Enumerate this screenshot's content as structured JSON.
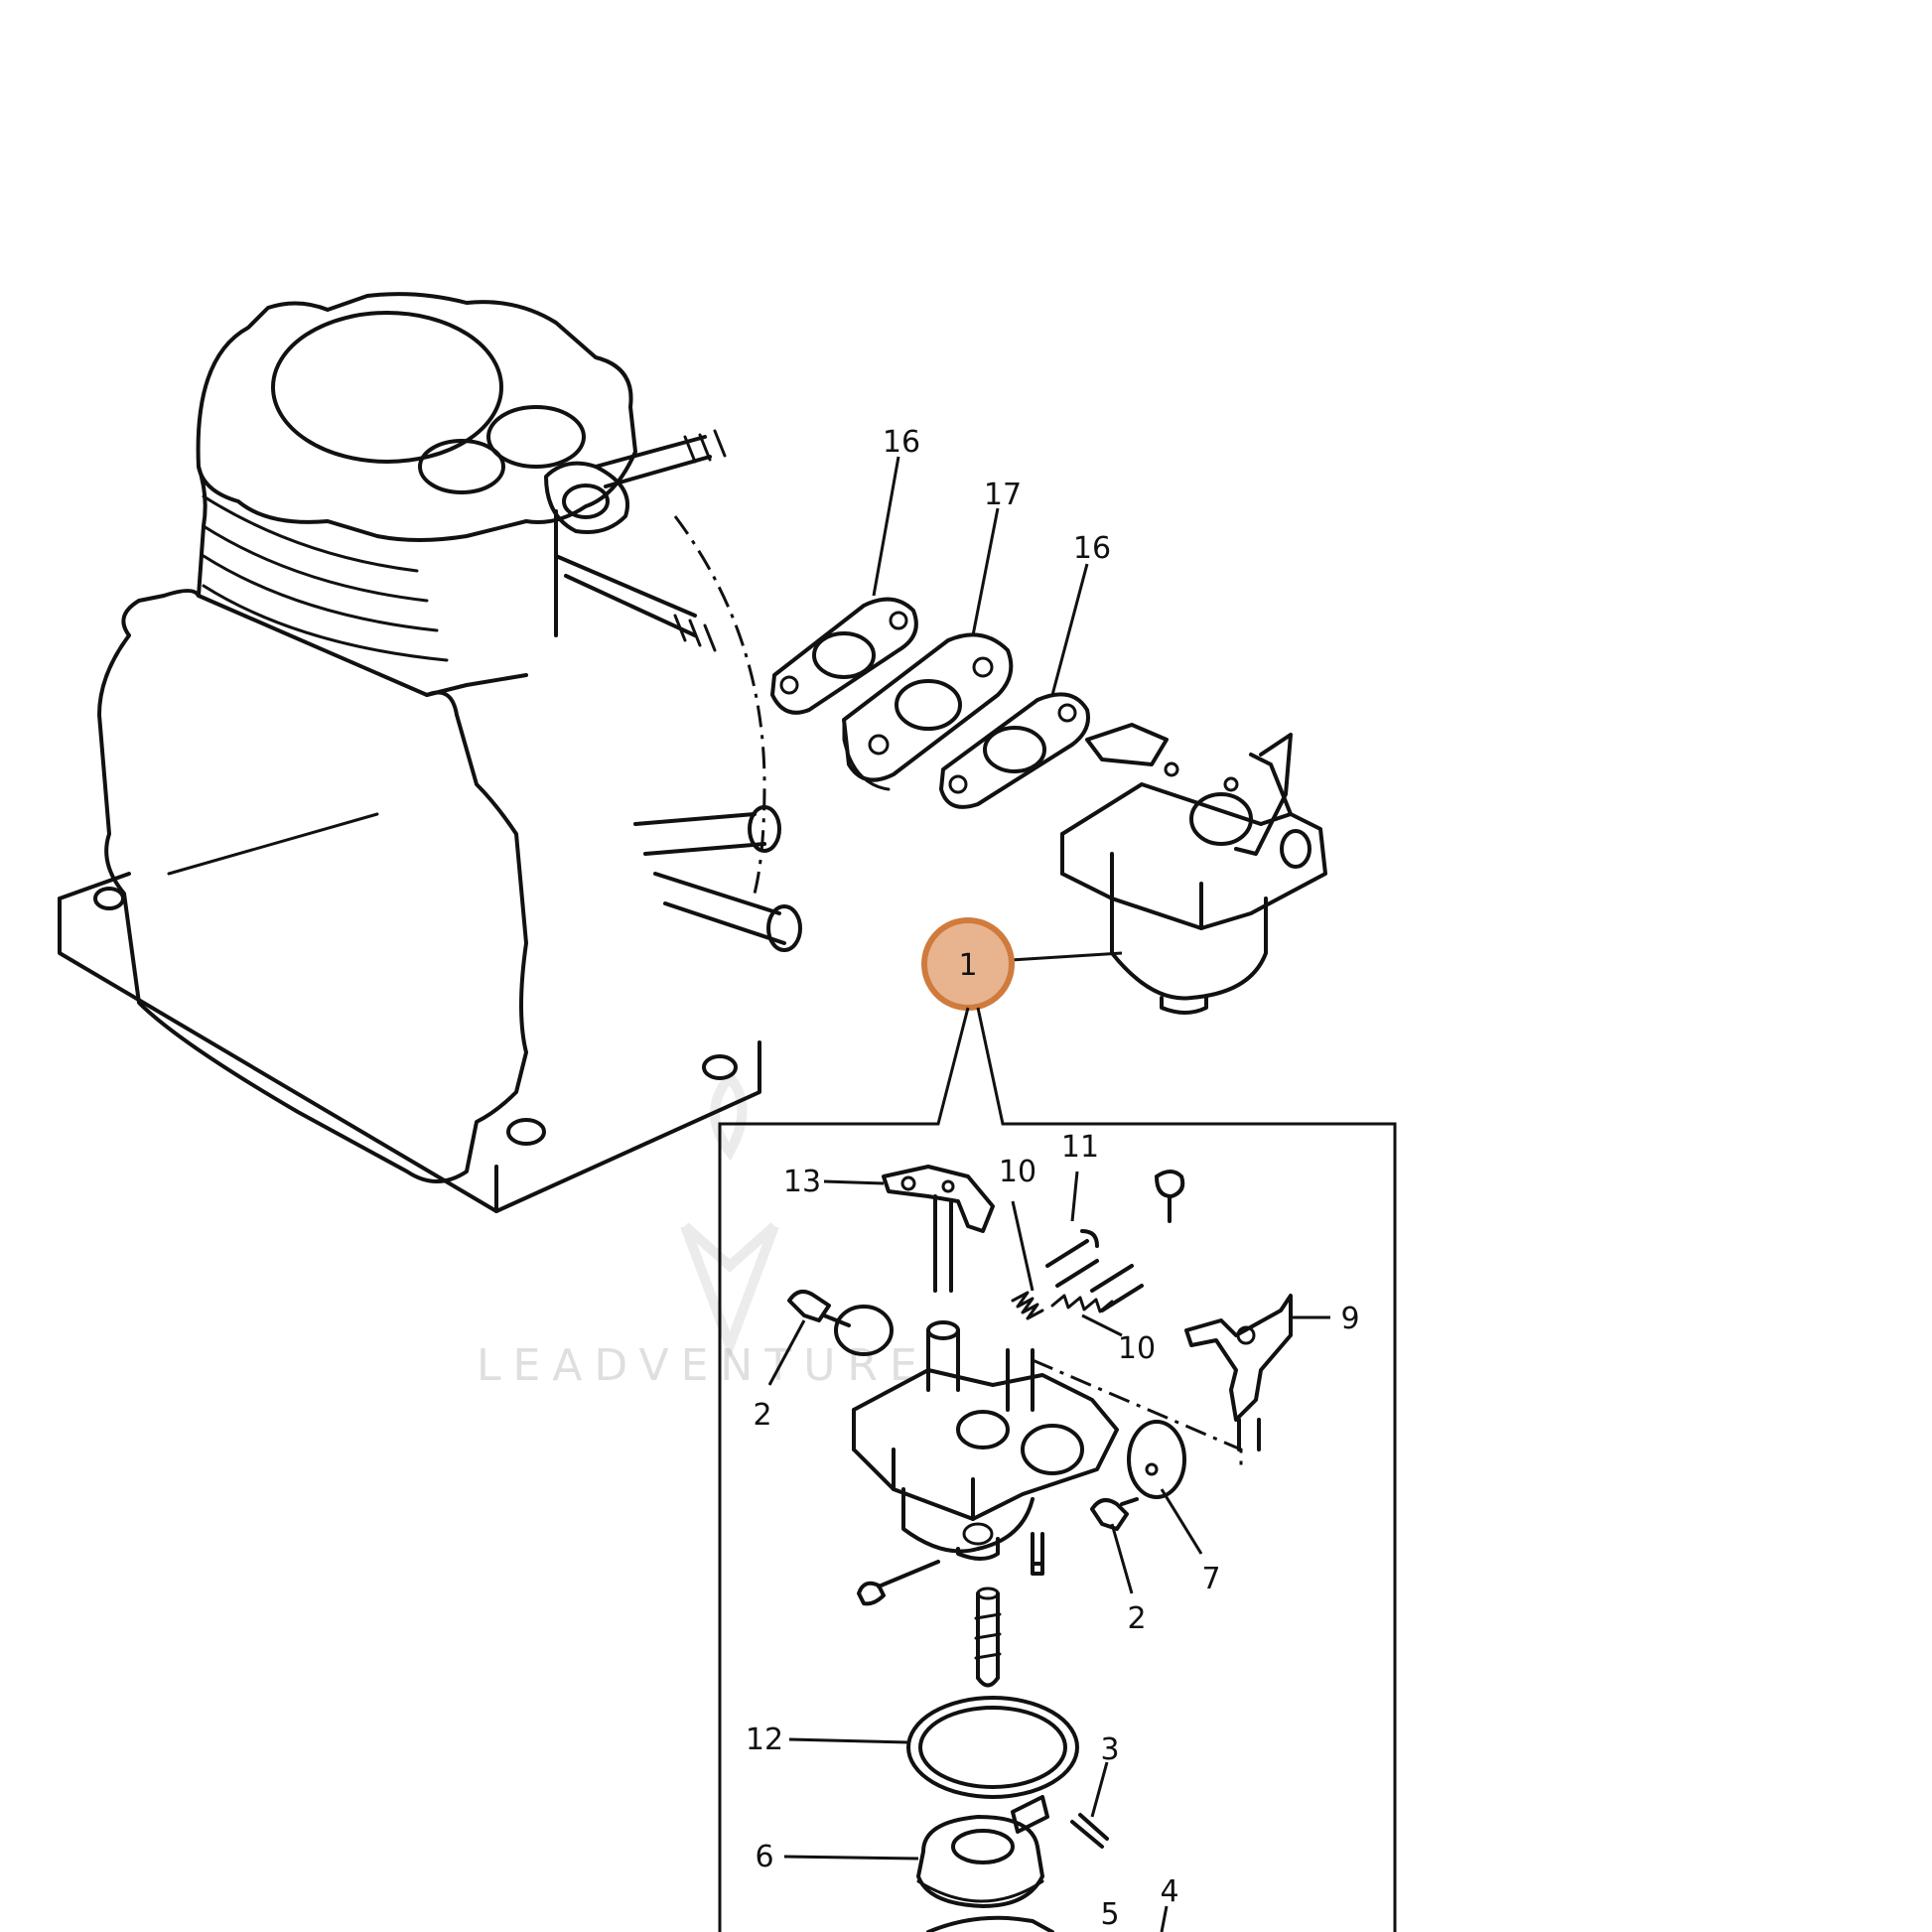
{
  "watermark": {
    "text": "LEADVENTURE"
  },
  "callouts": {
    "main_1": "1",
    "upper_16a": "16",
    "upper_17": "17",
    "upper_16b": "16",
    "inset_13": "13",
    "inset_10a": "10",
    "inset_11": "11",
    "inset_9": "9",
    "inset_10b": "10",
    "inset_2a": "2",
    "inset_2b": "2",
    "inset_7": "7",
    "inset_12": "12",
    "inset_3": "3",
    "inset_6": "6",
    "inset_5": "5",
    "inset_4": "4"
  },
  "colors": {
    "highlight_fill": "#e8b48f",
    "highlight_stroke": "#cf7b3d",
    "line": "#111111"
  }
}
